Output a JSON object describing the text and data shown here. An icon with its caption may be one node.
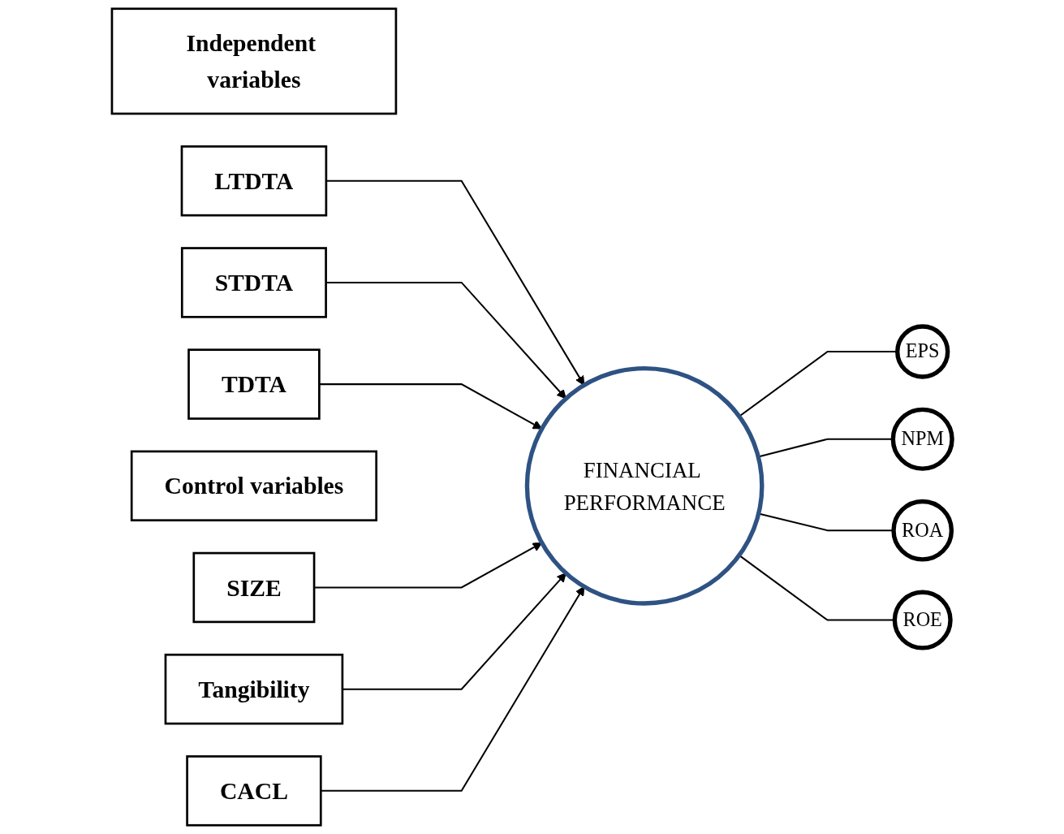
{
  "diagram": {
    "nodes": [
      {
        "text": [
          "Independent variables"
        ]
      },
      {
        "text": [
          "LTDTA"
        ]
      },
      {
        "text": [
          "STDTA"
        ]
      },
      {
        "text": [
          "TDTA"
        ]
      },
      {
        "text": [
          "Control variables"
        ]
      },
      {
        "text": [
          "SIZE"
        ]
      },
      {
        "text": [
          "Tangibility"
        ]
      },
      {
        "text": [
          "CACL"
        ]
      },
      {
        "text": [
          "FINANCIAL PERFORMANCE"
        ]
      },
      {
        "text": [
          "EPS"
        ]
      },
      {
        "text": [
          "NPM"
        ]
      },
      {
        "text": [
          "ROA"
        ]
      },
      {
        "text": [
          "ROE"
        ]
      }
    ],
    "edges": [
      {
        "from": 1,
        "to": 8,
        "arrow": "to"
      },
      {
        "from": 2,
        "to": 8,
        "arrow": "to"
      },
      {
        "from": 3,
        "to": 8,
        "arrow": "to"
      },
      {
        "from": 5,
        "to": 8,
        "arrow": "to"
      },
      {
        "from": 6,
        "to": 8,
        "arrow": "to"
      },
      {
        "from": 7,
        "to": 8,
        "arrow": "to"
      },
      {
        "from": 8,
        "to": 9,
        "arrow": "none"
      },
      {
        "from": 8,
        "to": 10,
        "arrow": "none"
      },
      {
        "from": 8,
        "to": 11,
        "arrow": "none"
      },
      {
        "from": 8,
        "to": 12,
        "arrow": "none"
      }
    ]
  }
}
